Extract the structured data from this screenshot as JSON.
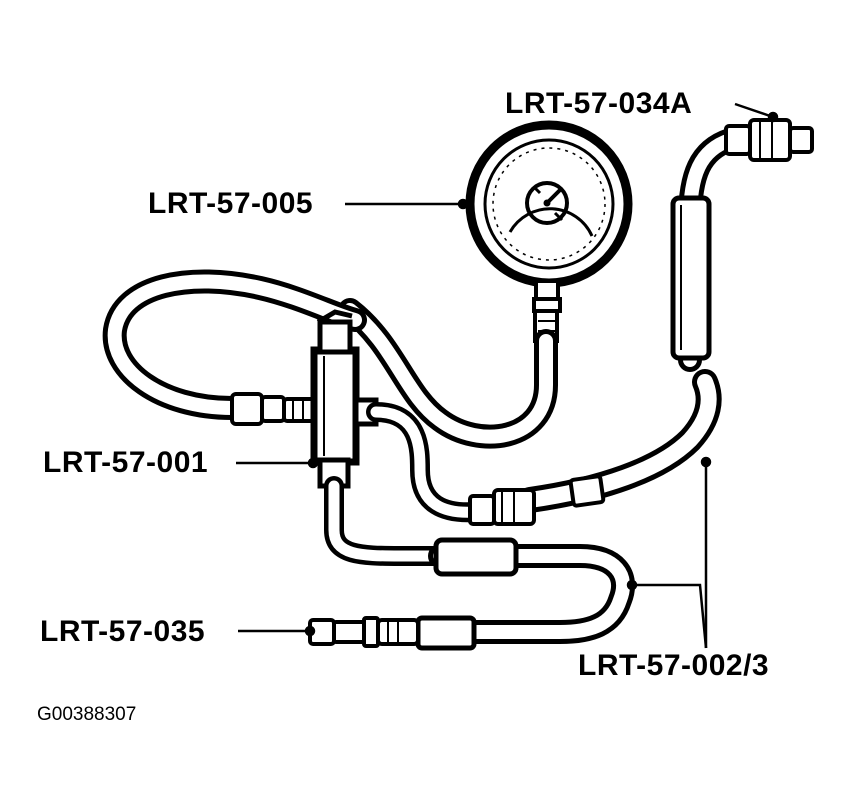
{
  "callouts": {
    "gauge": "LRT-57-005",
    "adapter_top": "LRT-57-034A",
    "tee_piece": "LRT-57-001",
    "adapter_bottom": "LRT-57-035",
    "hoses": "LRT-57-002/3"
  },
  "figure_id": "G00388307",
  "colors": {
    "ink": "#000000",
    "paper": "#ffffff"
  }
}
